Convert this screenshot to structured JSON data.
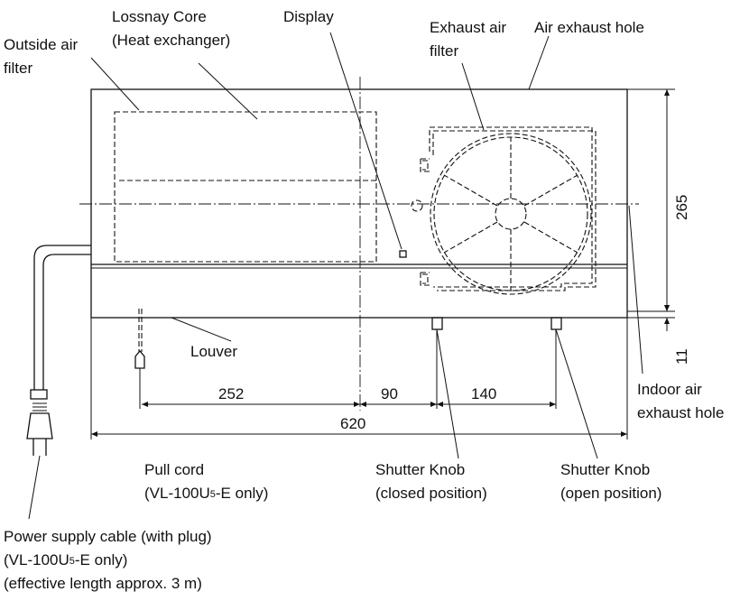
{
  "labels": {
    "lossnay_core_1": "Lossnay Core",
    "lossnay_core_2": "(Heat exchanger)",
    "display": "Display",
    "exhaust_filter_1": "Exhaust air",
    "exhaust_filter_2": "filter",
    "air_exhaust_hole": "Air exhaust hole",
    "outside_filter_1": "Outside air",
    "outside_filter_2": "filter",
    "louver": "Louver",
    "indoor_exhaust_1": "Indoor air",
    "indoor_exhaust_2": "exhaust hole",
    "pull_cord_1": "Pull cord",
    "pull_cord_2": "(VL-100U",
    "pull_cord_2_sub": "5",
    "pull_cord_2_end": "-E only)",
    "shutter_closed_1": "Shutter Knob",
    "shutter_closed_2": "(closed position)",
    "shutter_open_1": "Shutter Knob",
    "shutter_open_2": "(open position)",
    "power_1": "Power supply cable (with plug)",
    "power_2": "(VL-100U",
    "power_2_sub": "5",
    "power_2_end": "-E only)",
    "power_3": "(effective length approx. 3 m)"
  },
  "dimensions": {
    "height": "265",
    "offset": "11",
    "d252": "252",
    "d90": "90",
    "d140": "140",
    "width": "620"
  }
}
